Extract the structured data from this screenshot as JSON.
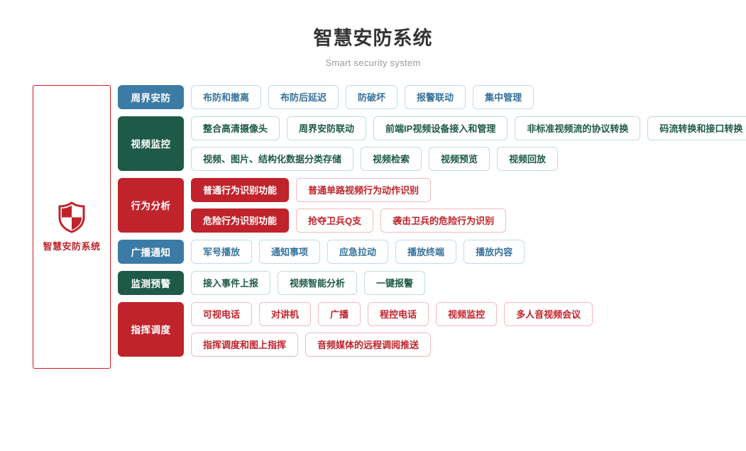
{
  "header": {
    "title": "智慧安防系统",
    "subtitle": "Smart security system"
  },
  "sidebar": {
    "icon": "shield-icon",
    "label": "智慧安防系统",
    "color": "#c0232b"
  },
  "colors": {
    "blue": "#3c7ba6",
    "green": "#1e5a48",
    "red": "#c0232b",
    "blue_chip_border": "#c3dcea",
    "green_chip_border": "#c3ddd2",
    "red_chip_border": "#f0bcbf",
    "title": "#333333",
    "subtitle": "#9a9a9a"
  },
  "rows": [
    {
      "label": "周界安防",
      "theme": "blue",
      "lines": [
        [
          {
            "text": "布防和撤离",
            "style": "outline"
          },
          {
            "text": "布防后延迟",
            "style": "outline"
          },
          {
            "text": "防破坏",
            "style": "outline"
          },
          {
            "text": "报警联动",
            "style": "outline"
          },
          {
            "text": "集中管理",
            "style": "outline"
          }
        ]
      ]
    },
    {
      "label": "视频监控",
      "theme": "green",
      "lines": [
        [
          {
            "text": "整合高清摄像头",
            "style": "outline"
          },
          {
            "text": "周界安防联动",
            "style": "outline"
          },
          {
            "text": "前端IP视频设备接入和管理",
            "style": "outline"
          },
          {
            "text": "非标准视频流的协议转换",
            "style": "outline"
          },
          {
            "text": "码流转换和接口转换",
            "style": "outline"
          }
        ],
        [
          {
            "text": "视频、图片、结构化数据分类存储",
            "style": "outline"
          },
          {
            "text": "视频检索",
            "style": "outline"
          },
          {
            "text": "视频预览",
            "style": "outline"
          },
          {
            "text": "视频回放",
            "style": "outline"
          }
        ]
      ]
    },
    {
      "label": "行为分析",
      "theme": "red",
      "lines": [
        [
          {
            "text": "普通行为识别功能",
            "style": "solid"
          },
          {
            "text": "普通单路视频行为动作识别",
            "style": "outline"
          }
        ],
        [
          {
            "text": "危险行为识别功能",
            "style": "solid"
          },
          {
            "text": "抢夺卫兵Q支",
            "style": "outline"
          },
          {
            "text": "袭击卫兵的危险行为识别",
            "style": "outline"
          }
        ]
      ]
    },
    {
      "label": "广播通知",
      "theme": "blue",
      "lines": [
        [
          {
            "text": "军号播放",
            "style": "outline"
          },
          {
            "text": "通知事项",
            "style": "outline"
          },
          {
            "text": "应急拉动",
            "style": "outline"
          },
          {
            "text": "播放终端",
            "style": "outline"
          },
          {
            "text": "播放内容",
            "style": "outline"
          }
        ]
      ]
    },
    {
      "label": "监测预警",
      "theme": "green",
      "lines": [
        [
          {
            "text": "接入事件上报",
            "style": "outline"
          },
          {
            "text": "视频智能分析",
            "style": "outline"
          },
          {
            "text": "一键报警",
            "style": "outline"
          }
        ]
      ]
    },
    {
      "label": "指挥调度",
      "theme": "red",
      "lines": [
        [
          {
            "text": "可视电话",
            "style": "outline"
          },
          {
            "text": "对讲机",
            "style": "outline"
          },
          {
            "text": "广播",
            "style": "outline"
          },
          {
            "text": "程控电话",
            "style": "outline"
          },
          {
            "text": "视频监控",
            "style": "outline"
          },
          {
            "text": "多人音视频会议",
            "style": "outline"
          }
        ],
        [
          {
            "text": "指挥调度和图上指挥",
            "style": "outline"
          },
          {
            "text": "音频媒体的远程调阅推送",
            "style": "outline"
          }
        ]
      ]
    }
  ]
}
